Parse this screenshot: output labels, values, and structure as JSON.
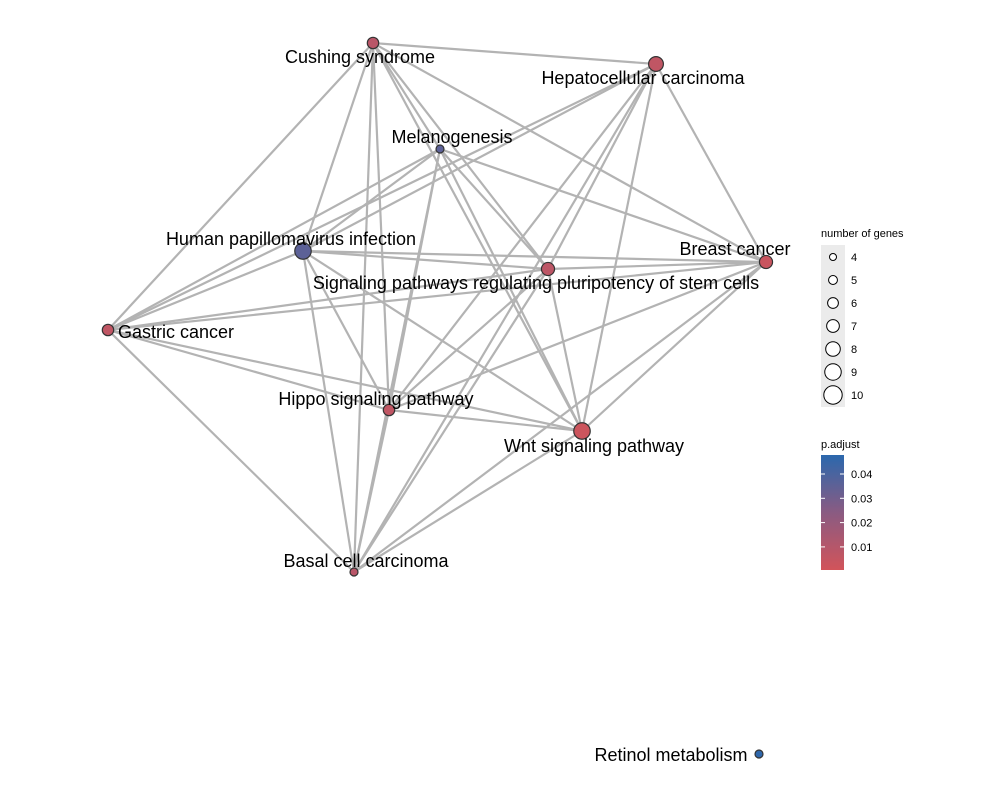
{
  "graph": {
    "nodes": [
      {
        "id": "cushing",
        "label": "Cushing syndrome",
        "genes": 6,
        "p_adjust": 0.008
      },
      {
        "id": "hcc",
        "label": "Hepatocellular carcinoma",
        "genes": 8,
        "p_adjust": 0.006
      },
      {
        "id": "melano",
        "label": "Melanogenesis",
        "genes": 4,
        "p_adjust": 0.035
      },
      {
        "id": "hpv",
        "label": "Human papillomavirus infection",
        "genes": 9,
        "p_adjust": 0.035
      },
      {
        "id": "breast",
        "label": "Breast cancer",
        "genes": 7,
        "p_adjust": 0.003
      },
      {
        "id": "pluri",
        "label": "Signaling pathways regulating pluripotency of stem cells",
        "genes": 7,
        "p_adjust": 0.007
      },
      {
        "id": "gastric",
        "label": "Gastric cancer",
        "genes": 6,
        "p_adjust": 0.006
      },
      {
        "id": "hippo",
        "label": "Hippo signaling pathway",
        "genes": 6,
        "p_adjust": 0.006
      },
      {
        "id": "wnt",
        "label": "Wnt signaling pathway",
        "genes": 9,
        "p_adjust": 0.002
      },
      {
        "id": "basal",
        "label": "Basal cell carcinoma",
        "genes": 4,
        "p_adjust": 0.008
      },
      {
        "id": "retinol",
        "label": "Retinol metabolism",
        "genes": 4,
        "p_adjust": 0.046
      }
    ],
    "edges": [
      [
        "cushing",
        "hcc"
      ],
      [
        "cushing",
        "melano"
      ],
      [
        "cushing",
        "hpv"
      ],
      [
        "cushing",
        "pluri"
      ],
      [
        "cushing",
        "gastric"
      ],
      [
        "cushing",
        "hippo"
      ],
      [
        "cushing",
        "wnt"
      ],
      [
        "cushing",
        "basal"
      ],
      [
        "cushing",
        "breast"
      ],
      [
        "hcc",
        "hpv"
      ],
      [
        "hcc",
        "gastric"
      ],
      [
        "hcc",
        "breast"
      ],
      [
        "hcc",
        "pluri"
      ],
      [
        "hcc",
        "hippo"
      ],
      [
        "hcc",
        "wnt"
      ],
      [
        "hcc",
        "basal"
      ],
      [
        "melano",
        "hpv"
      ],
      [
        "melano",
        "gastric"
      ],
      [
        "melano",
        "pluri"
      ],
      [
        "melano",
        "hippo"
      ],
      [
        "melano",
        "wnt"
      ],
      [
        "melano",
        "basal"
      ],
      [
        "melano",
        "breast"
      ],
      [
        "hpv",
        "breast"
      ],
      [
        "hpv",
        "pluri"
      ],
      [
        "hpv",
        "gastric"
      ],
      [
        "hpv",
        "hippo"
      ],
      [
        "hpv",
        "wnt"
      ],
      [
        "hpv",
        "basal"
      ],
      [
        "breast",
        "pluri"
      ],
      [
        "breast",
        "gastric"
      ],
      [
        "breast",
        "hippo"
      ],
      [
        "breast",
        "wnt"
      ],
      [
        "breast",
        "basal"
      ],
      [
        "pluri",
        "gastric"
      ],
      [
        "pluri",
        "hippo"
      ],
      [
        "pluri",
        "wnt"
      ],
      [
        "pluri",
        "basal"
      ],
      [
        "gastric",
        "hippo"
      ],
      [
        "gastric",
        "wnt"
      ],
      [
        "gastric",
        "basal"
      ],
      [
        "hippo",
        "wnt"
      ],
      [
        "hippo",
        "basal"
      ],
      [
        "wnt",
        "basal"
      ]
    ]
  },
  "legend": {
    "size_title": "number of genes",
    "size_values": [
      "4",
      "5",
      "6",
      "7",
      "8",
      "9",
      "10"
    ],
    "color_title": "p.adjust",
    "color_ticks": [
      "0.04",
      "0.03",
      "0.02",
      "0.01"
    ],
    "color_low": "#d2545a",
    "color_high": "#2b68ad"
  }
}
